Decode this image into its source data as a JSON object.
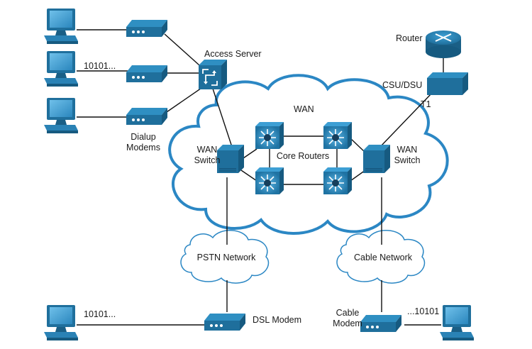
{
  "labels": {
    "access_server": "Access Server",
    "router": "Router",
    "csu_dsu": "CSU/DSU",
    "t1": "T1",
    "wan": "WAN",
    "wan_switch_left_1": "WAN",
    "wan_switch_left_2": "Switch",
    "wan_switch_right_1": "WAN",
    "wan_switch_right_2": "Switch",
    "core_routers": "Core Routers",
    "dialup_1": "Dialup",
    "dialup_2": "Modems",
    "bits_pc2": "10101...",
    "pstn_network": "PSTN Network",
    "cable_network": "Cable Network",
    "bits_dsl_pc": "10101...",
    "dsl_modem": "DSL Modem",
    "cable_modem_1": "Cable",
    "cable_modem_2": "Modem",
    "bits_cable_pc": "...10101"
  },
  "colors": {
    "device_blue": "#1f6f9c",
    "device_top": "#2f8fc2",
    "device_dark": "#165a80",
    "cloud_fill": "#ffffff",
    "cloud_stroke": "#2b87c4",
    "link": "#111111",
    "screen": "#3f9fd3"
  },
  "icons": {
    "pc": "desktop-pc-icon",
    "modem": "modem-icon",
    "access_server": "access-server-icon",
    "router": "router-icon",
    "csu_dsu": "csu-dsu-icon",
    "switch": "wan-switch-icon",
    "core_router": "core-router-icon",
    "cloud": "cloud-icon"
  }
}
